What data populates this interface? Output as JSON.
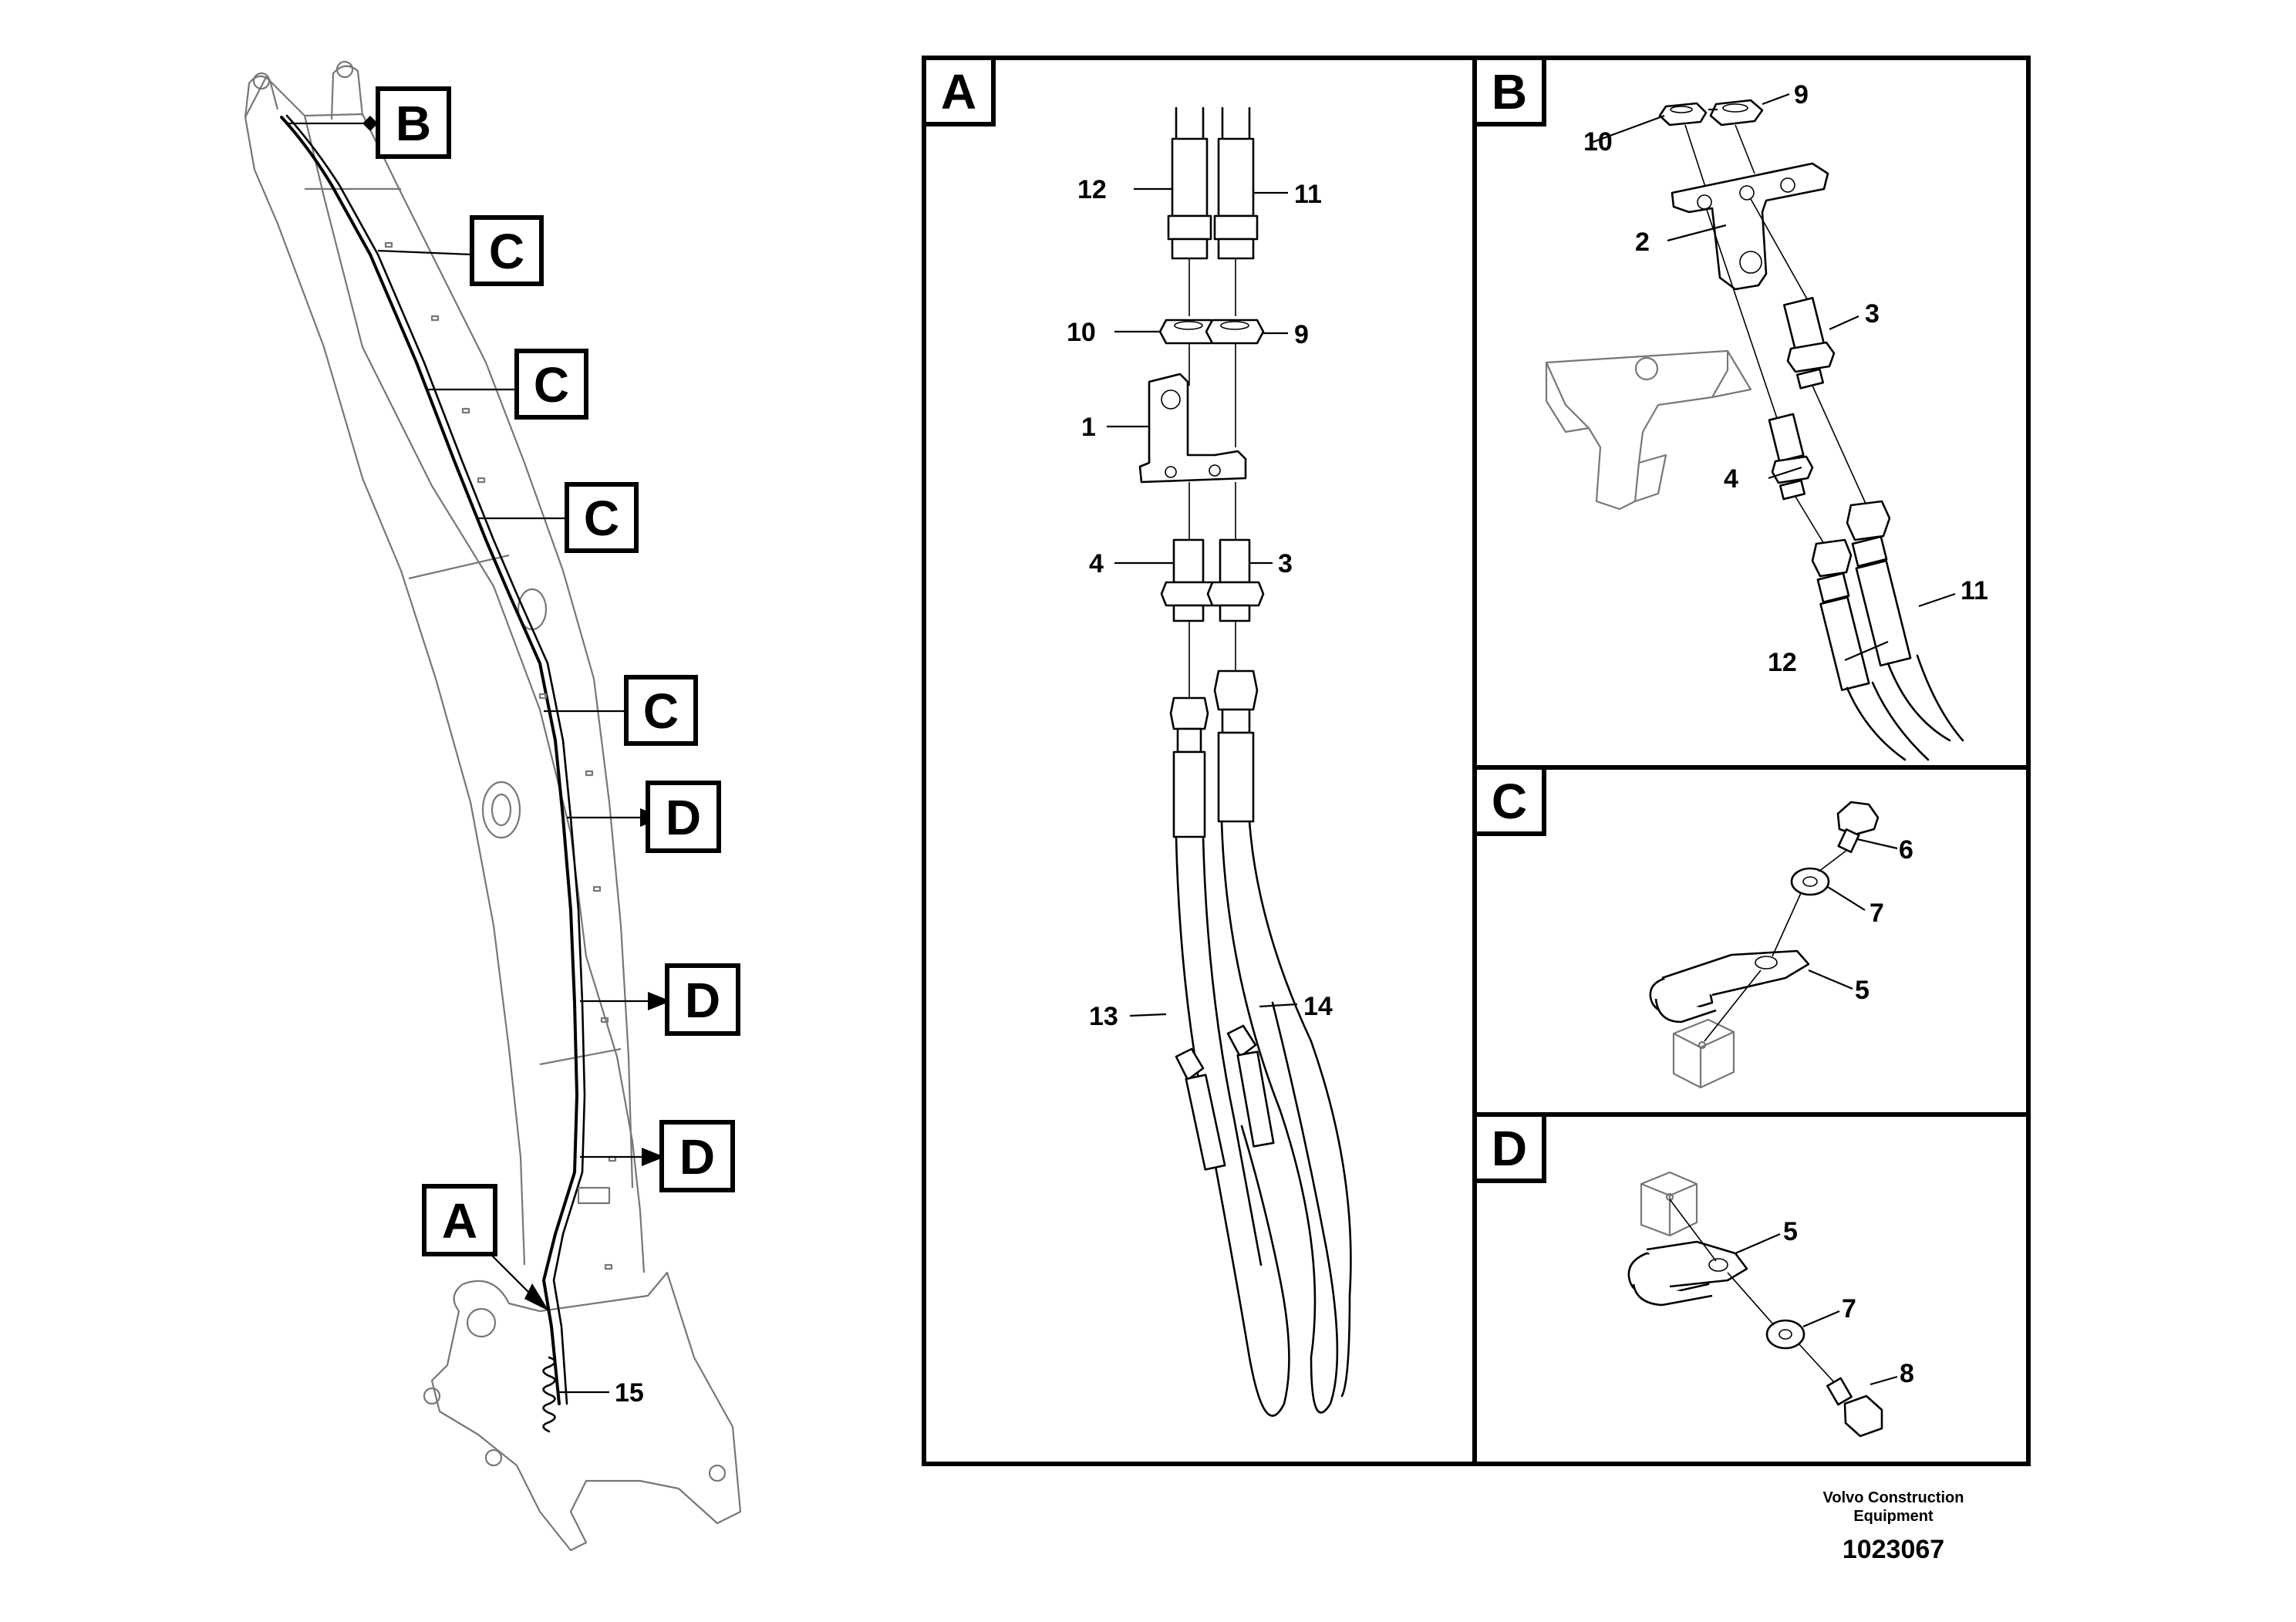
{
  "boom_view": {
    "callouts": [
      "B",
      "C",
      "C",
      "C",
      "C",
      "D",
      "D",
      "D",
      "A"
    ],
    "part_number": "15"
  },
  "panels": [
    {
      "label": "A",
      "part_numbers": [
        "12",
        "11",
        "10",
        "9",
        "1",
        "4",
        "3",
        "13",
        "14"
      ]
    },
    {
      "label": "B",
      "part_numbers": [
        "10",
        "9",
        "2",
        "3",
        "4",
        "11",
        "12"
      ]
    },
    {
      "label": "C",
      "part_numbers": [
        "6",
        "7",
        "5"
      ]
    },
    {
      "label": "D",
      "part_numbers": [
        "5",
        "7",
        "8"
      ]
    }
  ],
  "footer": {
    "company_line1": "Volvo Construction",
    "company_line2": "Equipment",
    "drawing_id": "1023067"
  }
}
